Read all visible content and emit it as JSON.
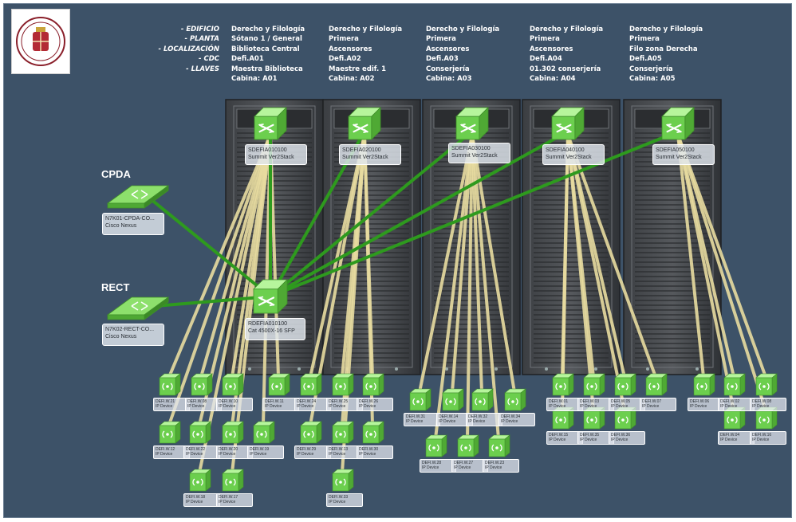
{
  "legend": {
    "lines": [
      "- EDIFICIO",
      "- PLANTA",
      "- LOCALIZACIÓN",
      "- CDC",
      "- LLAVES"
    ]
  },
  "cabinets": [
    {
      "building": "Derecho y Filología",
      "floor": "Sótano 1 / General",
      "location": "Biblioteca Central",
      "cdc": "Defi.A01",
      "keys": "Maestra Biblioteca",
      "cabinet": "Cabina: A01",
      "switch_name": "SDEFIA010100",
      "switch_model": "Summit Ver2Stack"
    },
    {
      "building": "Derecho y Filología",
      "floor": "Primera",
      "location": "Ascensores",
      "cdc": "Defi.A02",
      "keys": "Maestre edif. 1",
      "cabinet": "Cabina: A02",
      "switch_name": "SDEFIA020100",
      "switch_model": "Summit Ver2Stack"
    },
    {
      "building": "Derecho y Filología",
      "floor": "Primera",
      "location": "Ascensores",
      "cdc": "Defi.A03",
      "keys": "Conserjería",
      "cabinet": "Cabina: A03",
      "switch_name": "SDEFIA030100",
      "switch_model": "Summit Ver2Stack"
    },
    {
      "building": "Derecho y Filología",
      "floor": "Primera",
      "location": "Ascensores",
      "cdc": "Defi.A04",
      "keys": "01.302 conserjería",
      "cabinet": "Cabina: A04",
      "switch_name": "SDEFIA040100",
      "switch_model": "Summit Ver2Stack"
    },
    {
      "building": "Derecho y Filología",
      "floor": "Primera",
      "location": "Filo zona Derecha",
      "cdc": "Defi.A05",
      "keys": "Conserjería",
      "cabinet": "Cabina: A05",
      "switch_name": "SDEFIA050100",
      "switch_model": "Summit Ver2Stack"
    }
  ],
  "cores": [
    {
      "site": "CPDA",
      "name": "N7K01-CPDA-CO...",
      "model": "Cisco Nexus"
    },
    {
      "site": "RECT",
      "name": "N7K02-RECT-CO...",
      "model": "Cisco Nexus"
    }
  ],
  "distribution": {
    "name": "RDEFIA010100",
    "model": "Cat 4500X-16 SFP"
  },
  "devices": {
    "a01": [
      {
        "name": "DEFI.W.21",
        "type": "IP Device"
      },
      {
        "name": "DEFI.W.08",
        "type": "IP Device"
      },
      {
        "name": "DEFI.W.10",
        "type": "IP Device"
      },
      {
        "name": "DEFI.W.11",
        "type": "IP Device"
      },
      {
        "name": "DEFI.W.12",
        "type": "IP Device"
      },
      {
        "name": "DEFI.W.22",
        "type": "IP Device"
      },
      {
        "name": "DEFI.W.20",
        "type": "IP Device"
      },
      {
        "name": "DEFI.W.19",
        "type": "IP Device"
      },
      {
        "name": "DEFI.W.18",
        "type": "IP Device"
      },
      {
        "name": "DEFI.W.17",
        "type": "IP Device"
      }
    ],
    "a02": [
      {
        "name": "DEFI.W.24",
        "type": "IP Device"
      },
      {
        "name": "DEFI.W.25",
        "type": "IP Device"
      },
      {
        "name": "DEFI.W.26",
        "type": "IP Device"
      },
      {
        "name": "DEFI.W.29",
        "type": "IP Device"
      },
      {
        "name": "DEFI.W.13",
        "type": "IP Device"
      },
      {
        "name": "DEFI.W.30",
        "type": "IP Device"
      },
      {
        "name": "DEFI.W.33",
        "type": "IP Device"
      }
    ],
    "a03": [
      {
        "name": "DEFI.W.31",
        "type": "IP Device"
      },
      {
        "name": "DEFI.W.14",
        "type": "IP Device"
      },
      {
        "name": "DEFI.W.32",
        "type": "IP Device"
      },
      {
        "name": "DEFI.W.34",
        "type": "IP Device"
      },
      {
        "name": "DEFI.W.28",
        "type": "IP Device"
      },
      {
        "name": "DEFI.W.27",
        "type": "IP Device"
      },
      {
        "name": "DEFI.W.23",
        "type": "IP Device"
      }
    ],
    "a04": [
      {
        "name": "DEFI.W.01",
        "type": "IP Device"
      },
      {
        "name": "DEFI.W.03",
        "type": "IP Device"
      },
      {
        "name": "DEFI.W.05",
        "type": "IP Device"
      },
      {
        "name": "DEFI.W.07",
        "type": "IP Device"
      },
      {
        "name": "DEFI.W.15",
        "type": "IP Device"
      },
      {
        "name": "DEFI.W.35",
        "type": "IP Device"
      },
      {
        "name": "DEFI.W.36",
        "type": "IP Device"
      }
    ],
    "a05": [
      {
        "name": "DEFI.W.06",
        "type": "IP Device"
      },
      {
        "name": "DEFI.W.02",
        "type": "IP Device"
      },
      {
        "name": "DEFI.W.08",
        "type": "IP Device"
      },
      {
        "name": "DEFI.W.04",
        "type": "IP Device"
      },
      {
        "name": "DEFI.W.16",
        "type": "IP Device"
      }
    ]
  },
  "colors": {
    "background": "#3d5268",
    "uplink": "#2e9a1e",
    "access_link": "#e8dca0",
    "switch": "#6ccf4e",
    "device": "#6ccf4e"
  }
}
